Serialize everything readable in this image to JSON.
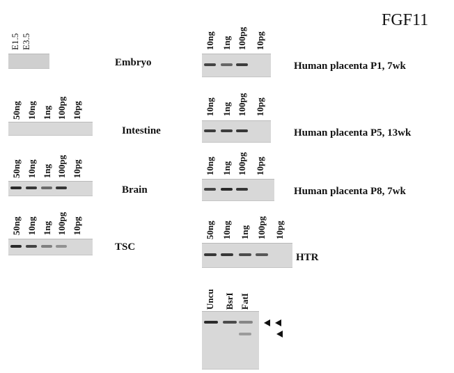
{
  "title": "FGF11",
  "stages": [
    "E1.5",
    "E3.5"
  ],
  "doses5": [
    "50ng",
    "10ng",
    "1ng",
    "100pg",
    "10pg"
  ],
  "doses4": [
    "10ng",
    "1ng",
    "100pg",
    "10pg"
  ],
  "enzymes": [
    "Uncu",
    "BsrI",
    "FatI"
  ],
  "tissues": {
    "embryo": "Embryo",
    "intestine": "Intestine",
    "brain": "Brain",
    "tsc": "TSC",
    "p1": "Human placenta P1, 7wk",
    "p5": "Human placenta P5, 13wk",
    "p8": "Human placenta P8, 7wk",
    "htr": "HTR"
  },
  "bands": {
    "embryo": [
      0,
      0
    ],
    "intestine": [
      0,
      0,
      0,
      0,
      0
    ],
    "brain": [
      1,
      0.9,
      0.5,
      0.9,
      0
    ],
    "tsc": [
      1,
      0.8,
      0.35,
      0.2,
      0
    ],
    "p1": [
      0.8,
      0.55,
      0.85,
      0
    ],
    "p5": [
      0.85,
      0.85,
      0.9,
      0
    ],
    "p8": [
      0.8,
      1,
      0.9,
      0
    ],
    "htr": [
      0.9,
      0.9,
      0.75,
      0.65,
      0
    ],
    "digest": [
      1,
      0.75,
      0.3
    ]
  }
}
